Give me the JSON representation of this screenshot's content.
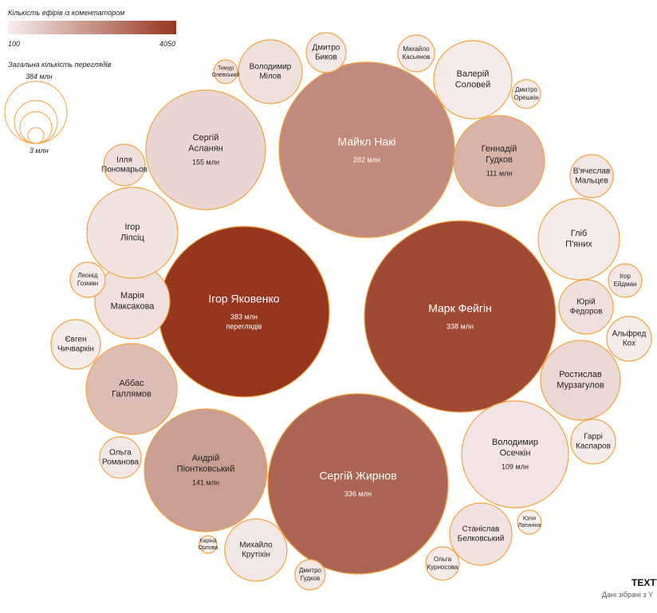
{
  "legend": {
    "color_title": "Кількість ефірів із коментатором",
    "color_min": "100",
    "color_max": "4050",
    "size_title": "Загальна кількість переглядів",
    "size_max": "384 млн",
    "size_min": "3 млн"
  },
  "footer": {
    "logo": "TEXTY",
    "source": "Дані зібрані з Y"
  },
  "chart_data": {
    "type": "bubble",
    "bubbles": [
      {
        "lines": [
          "Ігор Яковенко"
        ],
        "views": "383 млн",
        "views2": "переглядів",
        "fill": "#97361f",
        "light": true
      },
      {
        "lines": [
          "Марк Фейгін"
        ],
        "views": "338 млн",
        "fill": "#a04a35",
        "light": true
      },
      {
        "lines": [
          "Майкл Накі"
        ],
        "views": "282 млн",
        "fill": "#c08a7c",
        "light": true
      },
      {
        "lines": [
          "Сергій Жирнов"
        ],
        "views": "336 млн",
        "fill": "#ac6552",
        "light": true
      },
      {
        "lines": [
          "Сергій",
          "Асланян"
        ],
        "views": "155 млн",
        "fill": "#e9d5d1"
      },
      {
        "lines": [
          "Андрій",
          "Піонтковський"
        ],
        "views": "141 млн",
        "fill": "#c99e93"
      },
      {
        "lines": [
          "Геннадій",
          "Гудков"
        ],
        "views": "111 млн",
        "fill": "#d9b3aa"
      },
      {
        "lines": [
          "Володимир",
          "Осечкін"
        ],
        "views": "109 млн",
        "fill": "#f2e4e2"
      },
      {
        "lines": [
          "Валерій",
          "Соловей"
        ],
        "fill": "#f5ebe9"
      },
      {
        "lines": [
          "Володимир",
          "Мілов"
        ],
        "fill": "#efe0dd"
      },
      {
        "lines": [
          "Дмитро",
          "Биков"
        ],
        "fill": "#f3e7e5"
      },
      {
        "lines": [
          "Тимур",
          "Олевський"
        ],
        "fill": "#efe0dd"
      },
      {
        "lines": [
          "Михайло",
          "Касьянов"
        ],
        "fill": "#f5ebe9"
      },
      {
        "lines": [
          "Дмитро",
          "Орешкін"
        ],
        "fill": "#f7efed"
      },
      {
        "lines": [
          "В'ячеслав",
          "Мальцев"
        ],
        "fill": "#f3e7e5"
      },
      {
        "lines": [
          "Гліб",
          "П'яних"
        ],
        "fill": "#f5ebe9"
      },
      {
        "lines": [
          "Ігор",
          "Ейдман"
        ],
        "fill": "#f3e7e5"
      },
      {
        "lines": [
          "Юрій",
          "Федоров"
        ],
        "fill": "#efe0dd"
      },
      {
        "lines": [
          "Альфред",
          "Кох"
        ],
        "fill": "#f5ebe9"
      },
      {
        "lines": [
          "Ростислав",
          "Мурзагулов"
        ],
        "fill": "#ead8d4"
      },
      {
        "lines": [
          "Гаррі",
          "Каспаров"
        ],
        "fill": "#f5ebe9"
      },
      {
        "lines": [
          "Станіслав",
          "Белковський"
        ],
        "fill": "#f1e3e0"
      },
      {
        "lines": [
          "Юлія",
          "Латиніна"
        ],
        "fill": "#f7efed"
      },
      {
        "lines": [
          "Ольга",
          "Курносова"
        ],
        "fill": "#f5ebe9"
      },
      {
        "lines": [
          "Дмитро",
          "Гудков"
        ],
        "fill": "#f3e7e5"
      },
      {
        "lines": [
          "Михайло",
          "Крутіхін"
        ],
        "fill": "#f3e7e5"
      },
      {
        "lines": [
          "Каріна",
          "Орлова"
        ],
        "fill": "#f7efed"
      },
      {
        "lines": [
          "Ольга",
          "Романова"
        ],
        "fill": "#f3e7e5"
      },
      {
        "lines": [
          "Аббас",
          "Галлямов"
        ],
        "fill": "#dcbcb4"
      },
      {
        "lines": [
          "Євген",
          "Чичваркін"
        ],
        "fill": "#f5ebe9"
      },
      {
        "lines": [
          "Марія",
          "Максакова"
        ],
        "fill": "#efe0dd"
      },
      {
        "lines": [
          "Леонід",
          "Гозман"
        ],
        "fill": "#f5ebe9"
      },
      {
        "lines": [
          "Ігор",
          "Ліпсіц"
        ],
        "fill": "#f1e3e0"
      },
      {
        "lines": [
          "Ілля",
          "Пономарьов"
        ],
        "fill": "#efe0dd"
      }
    ]
  }
}
